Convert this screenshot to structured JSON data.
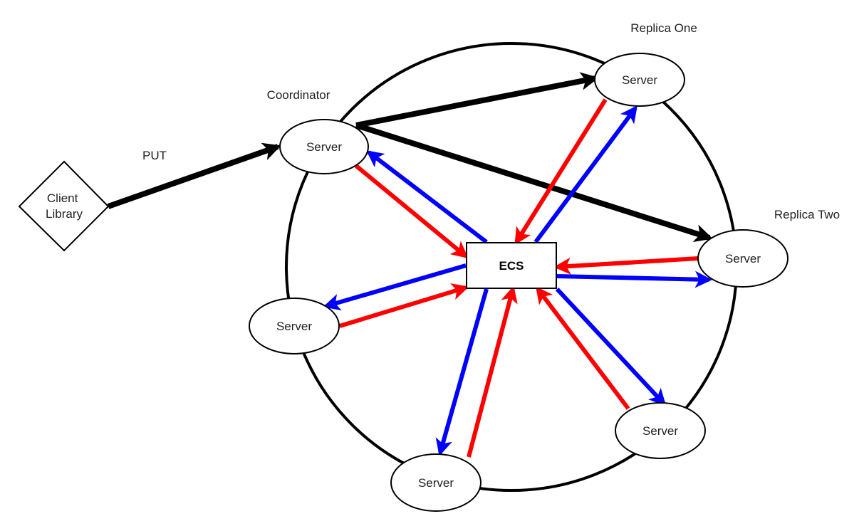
{
  "labels": {
    "replica_one": "Replica One",
    "replica_two": "Replica Two",
    "coordinator": "Coordinator",
    "put": "PUT"
  },
  "nodes": {
    "client": [
      "Client",
      "Library"
    ],
    "coordinator_server": "Server",
    "replica_one_server": "Server",
    "replica_two_server": "Server",
    "left_server": "Server",
    "bottom_server": "Server",
    "bottom_right_server": "Server",
    "ecs": "ECS"
  },
  "colors": {
    "black_arrow": "#000000",
    "red_arrow": "#ff0000",
    "blue_arrow": "#0000ff",
    "node_stroke": "#000000",
    "node_fill": "#ffffff"
  }
}
